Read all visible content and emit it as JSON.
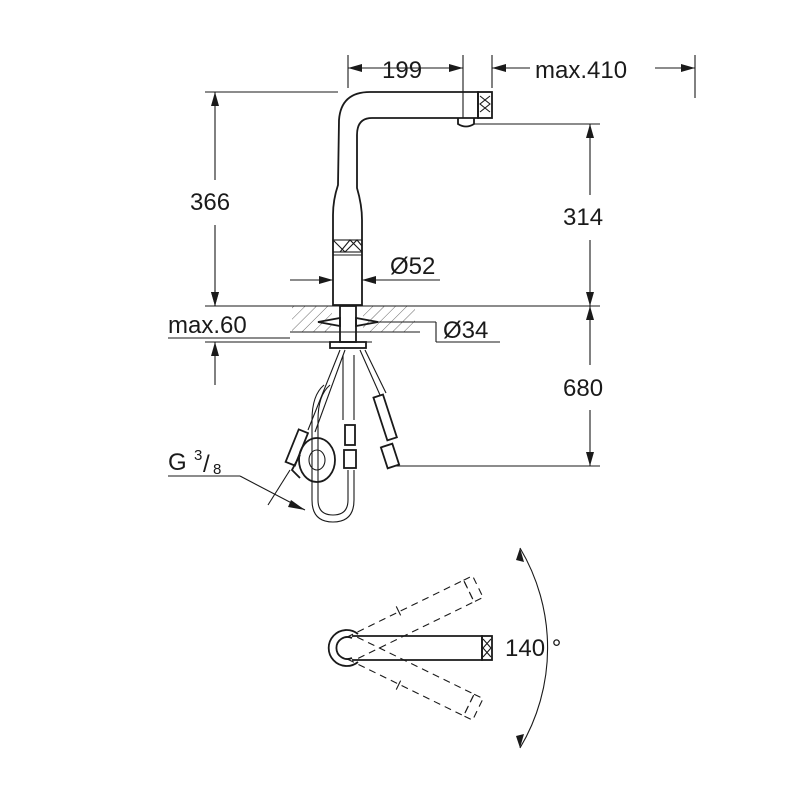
{
  "dimensions": {
    "spout_reach": "199",
    "max_reach": "max.410",
    "total_height": "366",
    "spout_height": "314",
    "body_diameter": "Ø52",
    "max_deck_thickness": "max.60",
    "hole_diameter": "Ø34",
    "hose_length": "680",
    "connection_thread": "G",
    "thread_numerator": "3",
    "thread_denominator": "8",
    "swivel_angle": "140 °"
  },
  "colors": {
    "line": "#1a1a1a",
    "background": "#ffffff"
  }
}
